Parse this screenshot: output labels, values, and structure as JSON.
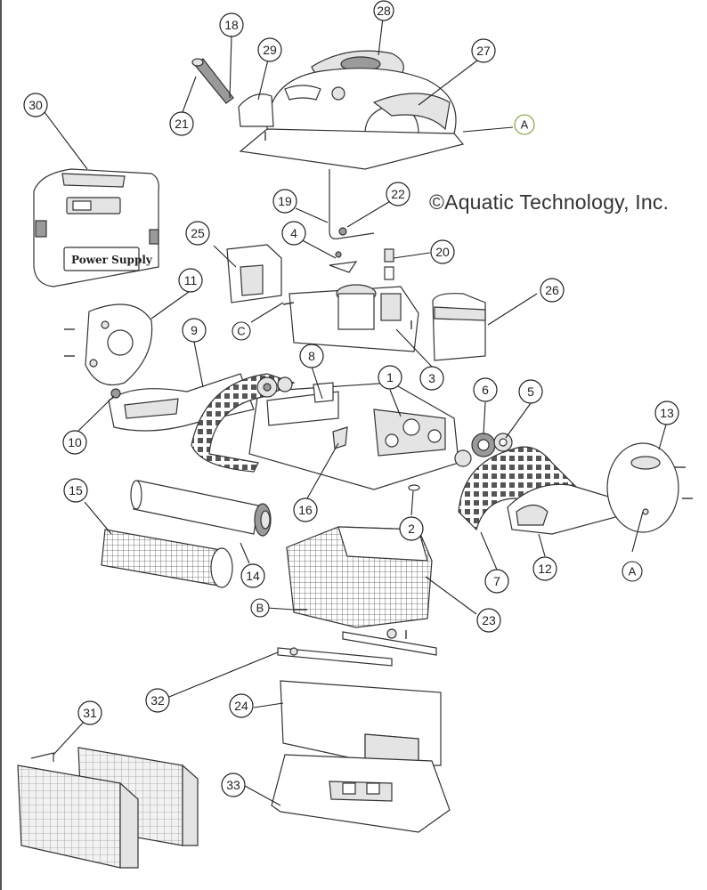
{
  "copyright": "©Aquatic Technology, Inc.",
  "power_supply_label": "Power Supply",
  "callouts": [
    {
      "id": "c1",
      "label": "1"
    },
    {
      "id": "c2",
      "label": "2"
    },
    {
      "id": "c3",
      "label": "3"
    },
    {
      "id": "c4",
      "label": "4"
    },
    {
      "id": "c5",
      "label": "5"
    },
    {
      "id": "c6",
      "label": "6"
    },
    {
      "id": "c7",
      "label": "7"
    },
    {
      "id": "c8",
      "label": "8"
    },
    {
      "id": "c9",
      "label": "9"
    },
    {
      "id": "c10",
      "label": "10"
    },
    {
      "id": "c11",
      "label": "11"
    },
    {
      "id": "c12",
      "label": "12"
    },
    {
      "id": "c13",
      "label": "13"
    },
    {
      "id": "c14",
      "label": "14"
    },
    {
      "id": "c15",
      "label": "15"
    },
    {
      "id": "c16",
      "label": "16"
    },
    {
      "id": "c18",
      "label": "18"
    },
    {
      "id": "c19",
      "label": "19"
    },
    {
      "id": "c20",
      "label": "20"
    },
    {
      "id": "c21",
      "label": "21"
    },
    {
      "id": "c22",
      "label": "22"
    },
    {
      "id": "c23",
      "label": "23"
    },
    {
      "id": "c24",
      "label": "24"
    },
    {
      "id": "c25",
      "label": "25"
    },
    {
      "id": "c26",
      "label": "26"
    },
    {
      "id": "c27",
      "label": "27"
    },
    {
      "id": "c28",
      "label": "28"
    },
    {
      "id": "c29",
      "label": "29"
    },
    {
      "id": "c30",
      "label": "30"
    },
    {
      "id": "c31",
      "label": "31"
    },
    {
      "id": "c32",
      "label": "32"
    },
    {
      "id": "c33",
      "label": "33"
    }
  ],
  "letters": {
    "A_top": "A",
    "A_bottom": "A",
    "B": "B",
    "C": "C"
  },
  "colors": {
    "line": "#333333",
    "letter_accent": "#7a9a2a",
    "background": "#ffffff"
  }
}
